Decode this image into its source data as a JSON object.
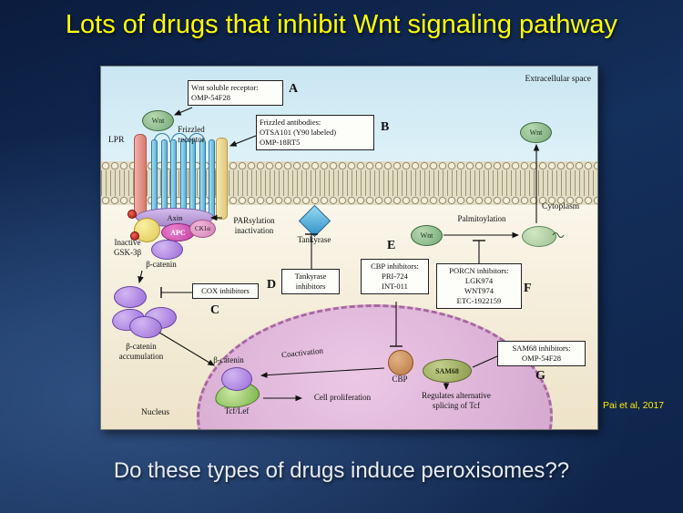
{
  "slide": {
    "title": "Lots of drugs that inhibit Wnt signaling pathway",
    "question": "Do these types of drugs induce peroxisomes??",
    "citation": "Pai et al, 2017"
  },
  "diagram": {
    "extracellular_label": "Extracellular space",
    "cytoplasm_label": "Cytoplasm",
    "nucleus_label": "Nucleus",
    "lpr_label": "LPR",
    "frizzled_label": "Frizzled\nreceptor",
    "wnt_label": "Wnt",
    "boxes": {
      "a": {
        "letter": "A",
        "text": "Wnt soluble receptor:\nOMP-54F28"
      },
      "b": {
        "letter": "B",
        "text": "Frizzled antibodies:\nOTSA101 (Y90 labeled)\nOMP-18RT5"
      },
      "c": {
        "letter": "C",
        "text": "COX inhibitors"
      },
      "d": {
        "letter": "D",
        "text": "Tankyrase\ninhibitors"
      },
      "e": {
        "letter": "E",
        "text": "CBP inhibitors:\nPRI-724\nINT-011"
      },
      "f": {
        "letter": "F",
        "text": "PORCN inhibitors:\nLGK974\nWNT974\nETC-1922159"
      },
      "g": {
        "letter": "G",
        "text": "SAM68 inhibitors:\nOMP-54F28"
      }
    },
    "labels": {
      "axin": "Axin",
      "apc": "APC",
      "ck1a": "CK1α",
      "inactive_gsk": "Inactive\nGSK-3β",
      "beta_catenin": "β-catenin",
      "parsylation": "PARsylation\ninactivation",
      "tankyrase": "Tankyrase",
      "palmitoylation": "Palmitoylation",
      "accumulation": "β-catenin\naccumulation",
      "beta_catenin_nuclear": "β-catenin",
      "coactivation": "Coactivation",
      "cbp": "CBP",
      "sam68": "SAM68",
      "tcf_lef": "Tcf/Lef",
      "cell_proliferation": "Cell proliferation",
      "regulates_splicing": "Regulates alternative\nsplicing of Tcf"
    }
  }
}
